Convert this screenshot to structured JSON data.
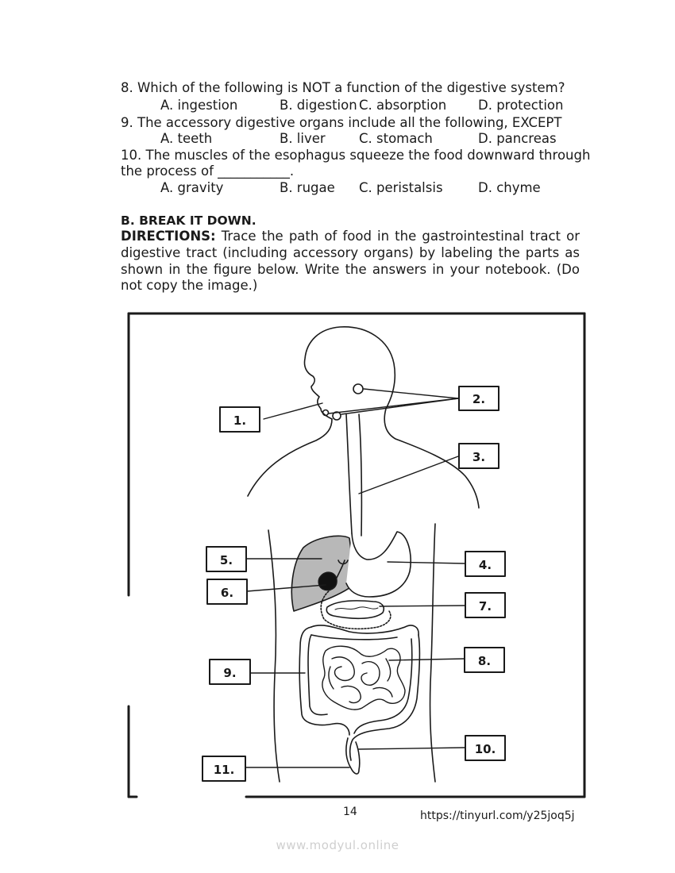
{
  "questions": [
    {
      "stem": "8. Which of the following is NOT a function of the digestive system?",
      "options": [
        "A. ingestion",
        "B. digestion",
        "C. absorption",
        "D. protection"
      ]
    },
    {
      "stem": "9. The accessory digestive organs include all the following, EXCEPT",
      "options": [
        "A. teeth",
        "B. liver",
        "C. stomach",
        "D. pancreas"
      ]
    },
    {
      "stem_line1": "10. The muscles of the esophagus squeeze the food downward through",
      "stem_line2": "the process of ___________.",
      "options": [
        "A. gravity",
        "B. rugae",
        "C. peristalsis",
        "D. chyme"
      ]
    }
  ],
  "section": {
    "title": "B. BREAK IT DOWN.",
    "directions_label": "DIRECTIONS:",
    "directions_text": " Trace the path of food in the gastrointestinal tract or digestive tract (including accessory organs) by labeling the parts as shown in the figure below. Write the answers in your notebook. (Do not copy the image.)"
  },
  "figure": {
    "labels": [
      "1.",
      "2.",
      "3.",
      "4.",
      "5.",
      "6.",
      "7.",
      "8.",
      "9.",
      "10.",
      "11."
    ]
  },
  "footer": {
    "page_number": "14",
    "url": "https://tinyurl.com/y25joq5j",
    "watermark": "www.modyul.online"
  },
  "colors": {
    "liver_fill": "#b8b8b8",
    "gallbladder_fill": "#111111",
    "ink": "#1a1a1a"
  }
}
